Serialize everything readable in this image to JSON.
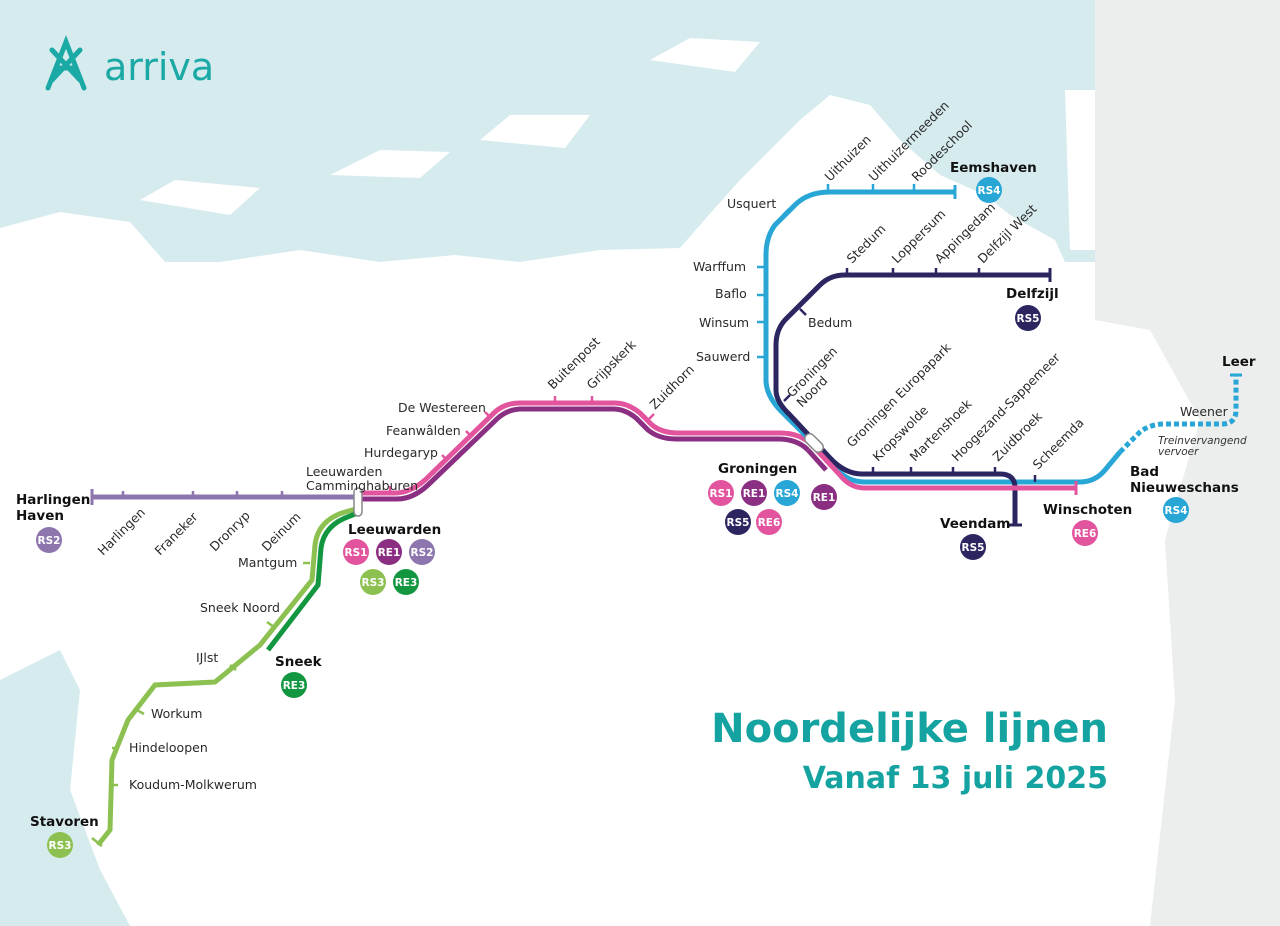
{
  "brand": {
    "name": "arriva",
    "color": "#1aa9a5"
  },
  "title": "Noordelijke lijnen",
  "subtitle": "Vanaf 13 juli 2025",
  "replacement_note": [
    "Treinvervangend",
    "vervoer"
  ],
  "colors": {
    "RS1": "#e2559e",
    "RE1": "#8b2f82",
    "RS2": "#8c76ad",
    "RS3": "#8cc152",
    "RE3": "#139640",
    "RS4": "#28a6d6",
    "RS5": "#2b2560",
    "RE6": "#e2559e"
  },
  "hubs": [
    {
      "name": "Harlingen Haven",
      "lines": [
        "RS2"
      ]
    },
    {
      "name": "Leeuwarden",
      "lines": [
        "RS1",
        "RE1",
        "RS2",
        "RS3",
        "RE3"
      ]
    },
    {
      "name": "Sneek",
      "lines": [
        "RE3"
      ]
    },
    {
      "name": "Stavoren",
      "lines": [
        "RS3"
      ]
    },
    {
      "name": "Groningen",
      "lines": [
        "RS1",
        "RE1",
        "RS4",
        "RS5",
        "RE6"
      ]
    },
    {
      "name": "Eemshaven",
      "lines": [
        "RS4"
      ]
    },
    {
      "name": "Delfzijl",
      "lines": [
        "RS5"
      ]
    },
    {
      "name": "Veendam",
      "lines": [
        "RS5"
      ]
    },
    {
      "name": "Winschoten",
      "lines": [
        "RE6"
      ]
    },
    {
      "name": "Bad Nieuweschans",
      "lines": [
        "RS4"
      ]
    },
    {
      "name": "Leer",
      "lines": []
    }
  ],
  "stations": {
    "rs2": [
      "Harlingen",
      "Franeker",
      "Dronryp",
      "Deinum"
    ],
    "leeuwarden_cam": "Leeuwarden Camminghaburen",
    "east_of_lwd": [
      "Hurdegaryp",
      "Feanwâlden",
      "De Westereen",
      "Buitenpost",
      "Grijpskerk",
      "Zuidhorn"
    ],
    "rs3": [
      "Mantgum",
      "Sneek Noord",
      "IJlst",
      "Workum",
      "Hindeloopen",
      "Koudum-Molkwerum"
    ],
    "rs4_north": [
      "Sauwerd",
      "Winsum",
      "Baflo",
      "Warffum",
      "Usquert",
      "Uithuizen",
      "Uithuizermeeden",
      "Roodeschool"
    ],
    "rs5_north": [
      "Groningen Noord",
      "Bedum",
      "Stedum",
      "Loppersum",
      "Appingedam",
      "Delfzijl West"
    ],
    "east": [
      "Groningen Europapark",
      "Kropswolde",
      "Martenshoek",
      "Hoogezand-Sappemeer",
      "Zuidbroek",
      "Scheemda"
    ],
    "germany": [
      "Weener"
    ]
  }
}
